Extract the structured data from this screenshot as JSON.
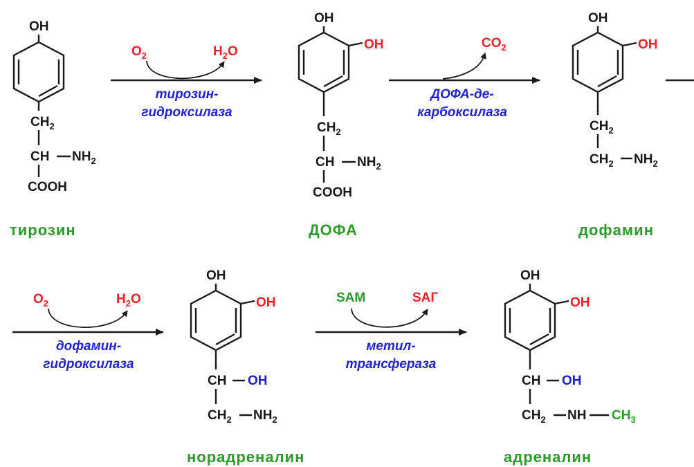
{
  "colors": {
    "ink": "#1a1a1a",
    "red": "#e8232a",
    "blue": "#2020c8",
    "green": "#2e9a2e"
  },
  "compounds": {
    "tyrosine": {
      "name": "тирозин",
      "ring_oh": "OH",
      "ch2": "CH",
      "ch2_sub": "2",
      "ch": "CH",
      "nh2": "NH",
      "nh2_sub": "2",
      "cooh": "COOH"
    },
    "dopa": {
      "name": "ДОФА",
      "ring_oh": "OH",
      "meta_oh": "OH",
      "ch2": "CH",
      "ch2_sub": "2",
      "ch": "CH",
      "nh2": "NH",
      "nh2_sub": "2",
      "cooh": "COOH"
    },
    "dopamine": {
      "name": "дофамин",
      "ring_oh": "OH",
      "meta_oh": "OH",
      "ch2_top": "CH",
      "ch2_top_sub": "2",
      "ch2_bottom": "CH",
      "ch2_bottom_sub": "2",
      "nh2": "NH",
      "nh2_sub": "2"
    },
    "noradrenaline": {
      "name": "норадреналин",
      "ring_oh": "OH",
      "meta_oh": "OH",
      "ch": "CH",
      "side_oh": "OH",
      "ch2": "CH",
      "ch2_sub": "2",
      "nh2": "NH",
      "nh2_sub": "2"
    },
    "adrenaline": {
      "name": "адреналин",
      "ring_oh": "OH",
      "meta_oh": "OH",
      "ch": "CH",
      "side_oh": "OH",
      "ch2": "CH",
      "ch2_sub": "2",
      "nh": "NH",
      "ch3": "CH",
      "ch3_sub": "3"
    }
  },
  "reactions": [
    {
      "id": "tyrosine-hydroxylase",
      "enzyme_line1": "тирозин-",
      "enzyme_line2": "гидроксилаза",
      "in": "O",
      "in_sub": "2",
      "out": "H",
      "out_sub": "2",
      "out_tail": "O"
    },
    {
      "id": "dopa-decarboxylase",
      "enzyme_line1": "ДОФА-де-",
      "enzyme_line2": "карбоксилаза",
      "out": "CO",
      "out_sub": "2"
    },
    {
      "id": "dopamine-hydroxylase",
      "enzyme_line1": "дофамин-",
      "enzyme_line2": "гидроксилаза",
      "in": "O",
      "in_sub": "2",
      "out": "H",
      "out_sub": "2",
      "out_tail": "O"
    },
    {
      "id": "methyltransferase",
      "enzyme_line1": "метил-",
      "enzyme_line2": "трансфераза",
      "in": "SAM",
      "out": "SAГ"
    }
  ]
}
